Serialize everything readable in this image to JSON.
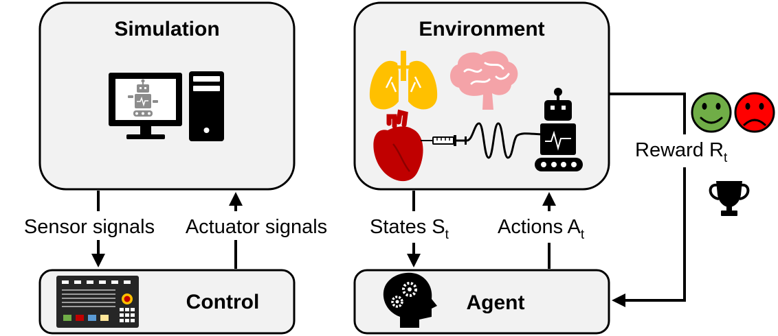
{
  "boxes": {
    "simulation": "Simulation",
    "environment": "Environment",
    "control": "Control",
    "agent": "Agent"
  },
  "edges": {
    "sensor_signals": "Sensor signals",
    "actuator_signals": "Actuator signals",
    "states": "States S",
    "states_sub": "t",
    "actions": "Actions A",
    "actions_sub": "t",
    "reward": "Reward R",
    "reward_sub": "t"
  },
  "icons": {
    "computer": "computer-monitor-icon",
    "robot": "robot-icon",
    "lungs": "lungs-icon",
    "brain": "brain-icon",
    "heart": "heart-icon",
    "syringe": "syringe-icon",
    "control_panel": "control-panel-icon",
    "head_gears": "head-gears-icon",
    "happy_face": "happy-face-icon",
    "sad_face": "sad-face-icon",
    "trophy": "trophy-icon"
  },
  "colors": {
    "box_fill": "#f2f2f2",
    "lungs": "#ffc000",
    "brain": "#f4a3a8",
    "heart": "#c00000",
    "happy": "#70ad47",
    "sad": "#ff0000"
  }
}
